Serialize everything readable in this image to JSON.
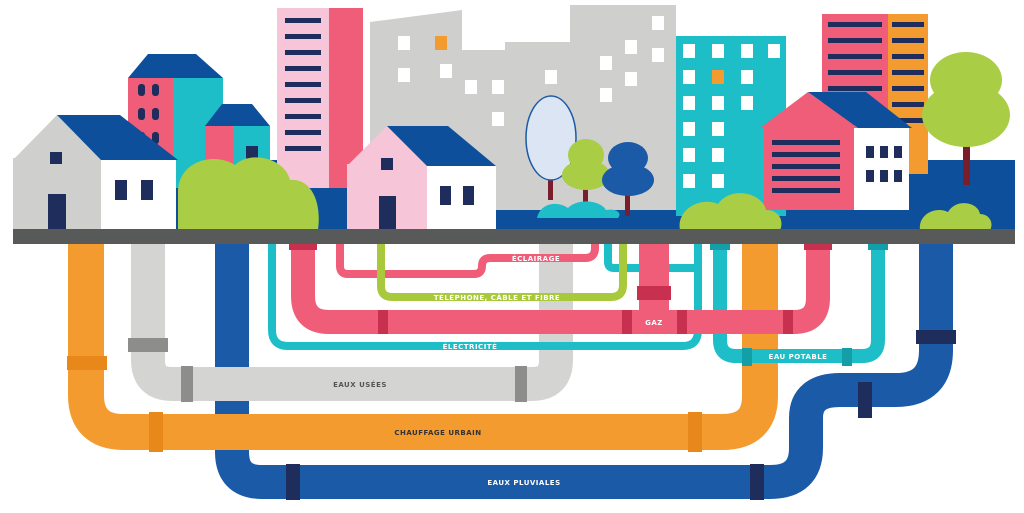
{
  "colors": {
    "orange": "#f39b2e",
    "grey_pipe": "#d4d4d2",
    "dark_blue": "#1b5aa6",
    "cyan": "#1ebec9",
    "pink": "#ef5d78",
    "green": "#a8c93c",
    "ground": "#585a5a",
    "navy": "#1f2d5c",
    "roof_blue": "#0d4f9a",
    "building_grey": "#cfcfcd",
    "building_pink": "#f6c5d8",
    "tree_green": "#a9cd45",
    "label_white": "#ffffff"
  },
  "networks": {
    "eclairage": "ÉCLAIRAGE",
    "telephone": "TÉLÉPHONE, CÂBLE ET FIBRE",
    "gaz": "GAZ",
    "electricite": "ÉLECTRICITÉ",
    "eau_potable": "EAU POTABLE",
    "eaux_usees": "EAUX USÉES",
    "chauffage": "CHAUFFAGE URBAIN",
    "eaux_pluviales": "EAUX PLUVIALES"
  }
}
